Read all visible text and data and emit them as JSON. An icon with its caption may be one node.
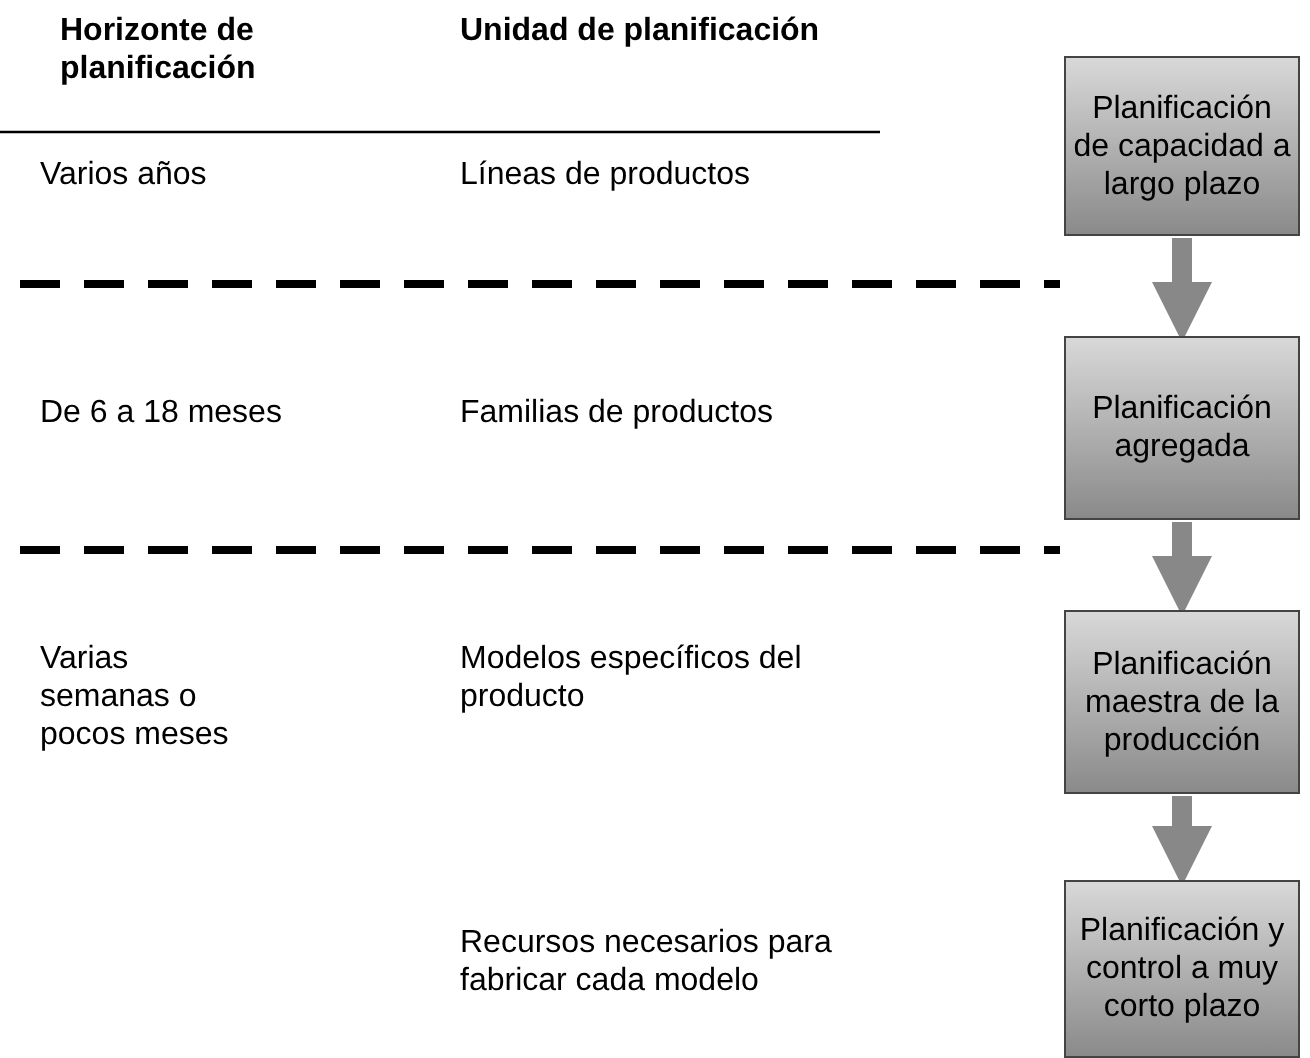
{
  "diagram": {
    "nodes": [
      {
        "text": [
          "Planificación de capacidad a largo plazo"
        ]
      },
      {
        "text": [
          "Planificación agregada"
        ]
      },
      {
        "text": [
          "Planificación maestra de la producción"
        ]
      },
      {
        "text": [
          "Planificación y control a muy corto plazo"
        ]
      }
    ],
    "edges": [
      {
        "from": 0,
        "to": 1,
        "arrow": "to"
      },
      {
        "from": 1,
        "to": 2,
        "arrow": "to"
      },
      {
        "from": 2,
        "to": 3,
        "arrow": "to"
      }
    ],
    "labels": [
      "Horizonte de planificación",
      "Unidad de planificación",
      "Varios años",
      "Líneas de productos",
      "De 6 a 18 meses",
      "Familias de productos",
      "Varias semanas o pocos meses",
      "Modelos específicos del producto",
      "Recursos necesarios para fabricar cada modelo"
    ]
  }
}
